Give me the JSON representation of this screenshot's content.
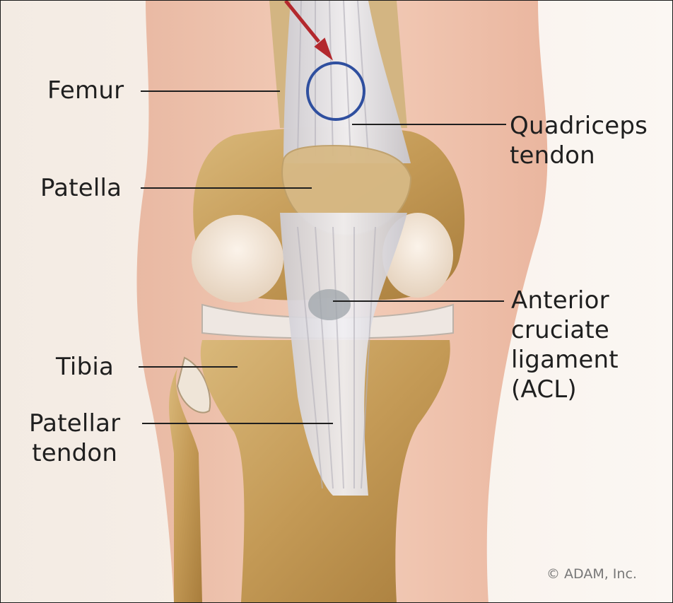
{
  "labels": {
    "femur": "Femur",
    "patella": "Patella",
    "tibia": "Tibia",
    "patellar_tendon": "Patellar\ntendon",
    "quadriceps_tendon": "Quadriceps\ntendon",
    "acl": "Anterior\ncruciate\nligament\n(ACL)"
  },
  "copyright": "© ADAM, Inc.",
  "colors": {
    "pointer_arrow": "#b3282d",
    "highlight_circle": "#2f4f9f",
    "leader_lines": "#1f1f1f",
    "bone": "#c9a566",
    "tendon": "#e8e6ea",
    "skin": "#f0c9b4"
  }
}
